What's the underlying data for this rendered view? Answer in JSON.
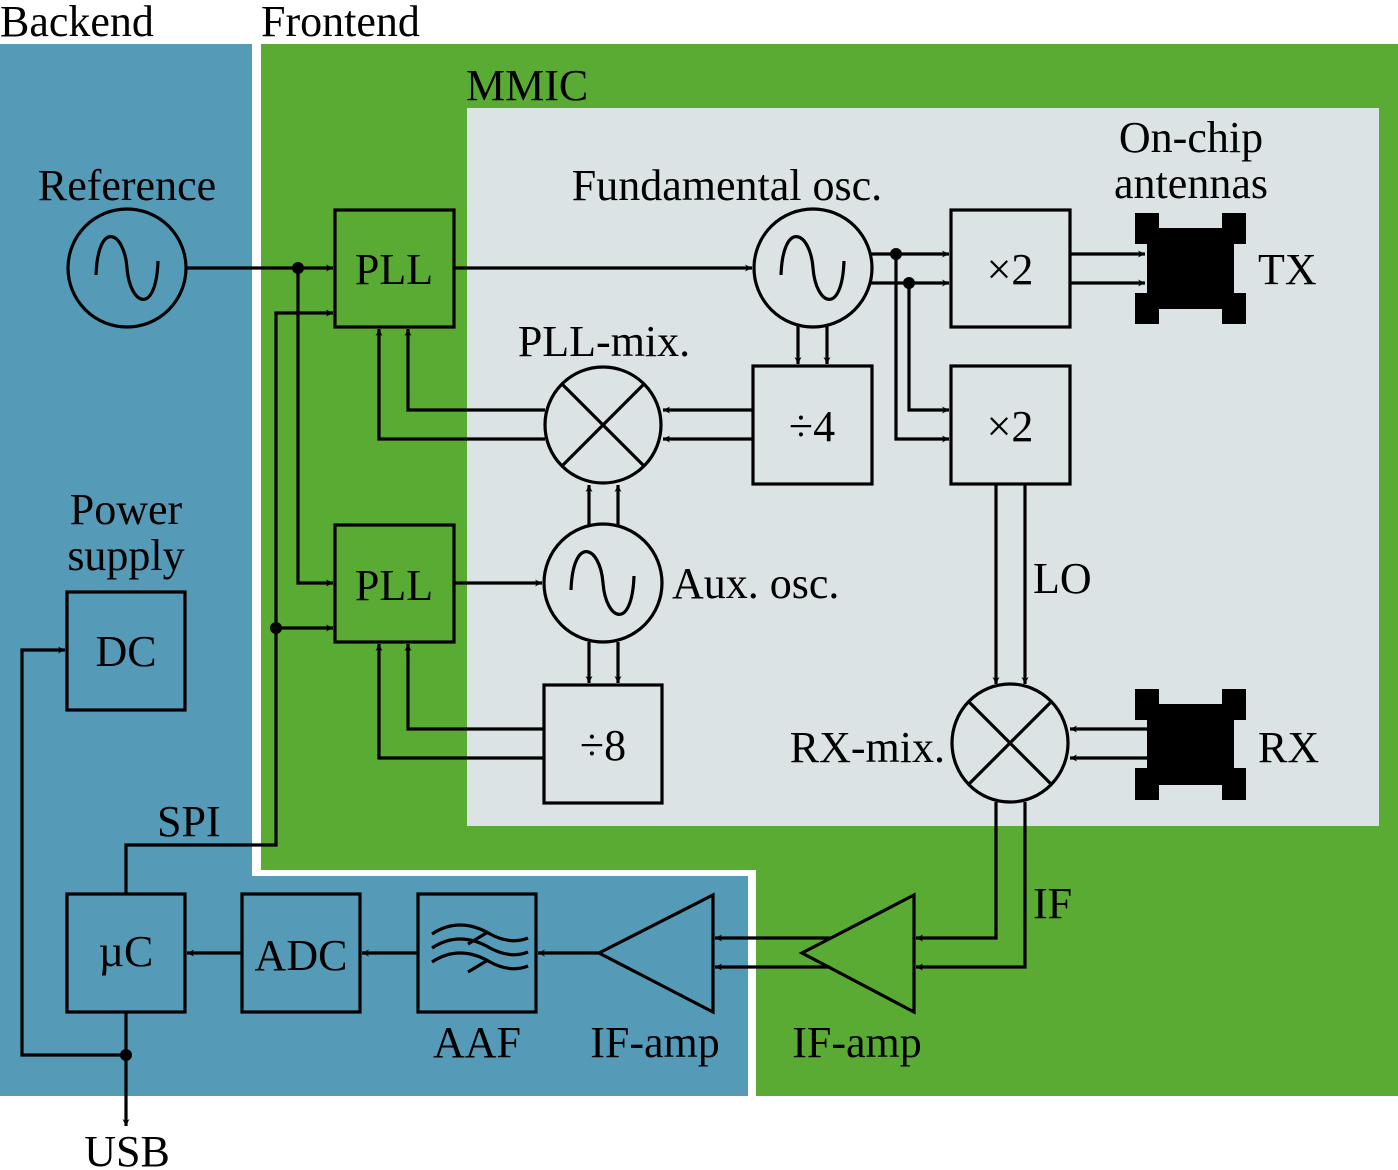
{
  "colors": {
    "backend": "#559bb8",
    "frontend": "#5aab33",
    "mmic": "#dbe3e5",
    "line": "#000000"
  },
  "regions": {
    "backend": "Backend",
    "frontend": "Frontend",
    "mmic": "MMIC"
  },
  "labels": {
    "reference": "Reference",
    "fundamental_osc": "Fundamental osc.",
    "on_chip_line1": "On-chip",
    "on_chip_line2": "antennas",
    "tx": "TX",
    "rx": "RX",
    "pll_mix": "PLL-mix.",
    "aux_osc": "Aux. osc.",
    "lo": "LO",
    "rx_mix": "RX-mix.",
    "if": "IF",
    "power_line1": "Power",
    "power_line2": "supply",
    "spi": "SPI",
    "usb": "USB",
    "aaf": "AAF",
    "if_amp_backend": "IF-amp",
    "if_amp_frontend": "IF-amp"
  },
  "blocks": {
    "pll_top": "PLL",
    "pll_bottom": "PLL",
    "mult_tx": "×2",
    "mult_lo": "×2",
    "div4": "÷4",
    "div8": "÷8",
    "dc": "DC",
    "uc": "µC",
    "adc": "ADC"
  }
}
